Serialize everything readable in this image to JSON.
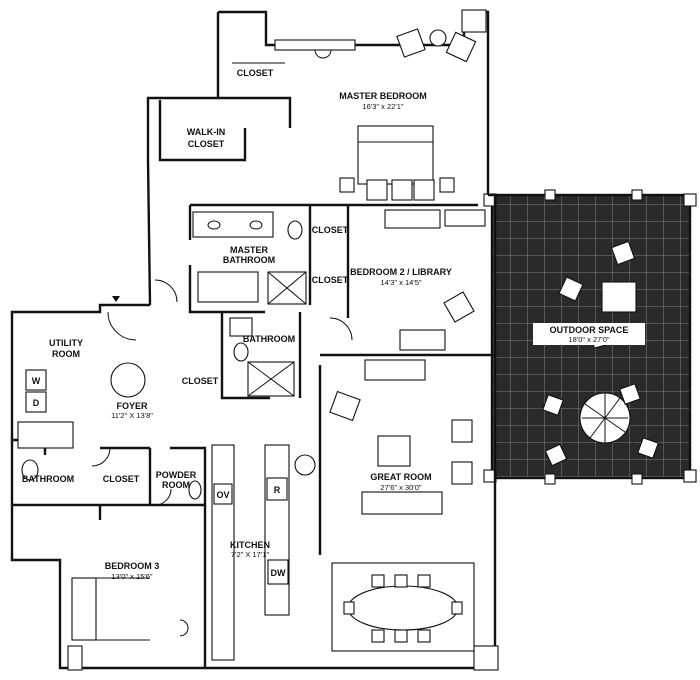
{
  "rooms": {
    "master_bedroom": {
      "name": "MASTER BEDROOM",
      "dim": "16'3\" x 22'1\""
    },
    "closet_top": {
      "name": "CLOSET"
    },
    "walk_in_closet": {
      "line1": "WALK-IN",
      "line2": "CLOSET"
    },
    "master_bathroom": {
      "line1": "MASTER",
      "line2": "BATHROOM"
    },
    "closet_mb_a": {
      "name": "CLOSET"
    },
    "closet_mb_b": {
      "name": "CLOSET"
    },
    "bedroom2": {
      "name": "BEDROOM 2 / LIBRARY",
      "dim": "14'3\" x 14'5\""
    },
    "bathroom_center": {
      "name": "BATHROOM"
    },
    "utility": {
      "line1": "UTILITY",
      "line2": "ROOM"
    },
    "foyer": {
      "name": "FOYER",
      "dim": "11'2\" X 13'8\""
    },
    "closet_foyer": {
      "name": "CLOSET"
    },
    "outdoor": {
      "name": "OUTDOOR SPACE",
      "dim": "18'0\" x 27'0\""
    },
    "bathroom_left": {
      "name": "BATHROOM"
    },
    "closet_left": {
      "name": "CLOSET"
    },
    "powder": {
      "line1": "POWDER",
      "line2": "ROOM"
    },
    "great_room": {
      "name": "GREAT ROOM",
      "dim": "27'6\" x 30'0\""
    },
    "kitchen": {
      "name": "KITCHEN",
      "dim": "7'2\" X 17'1\""
    },
    "bedroom3": {
      "name": "BEDROOM 3",
      "dim": "13'0\" x 15'6\""
    }
  },
  "appliances": {
    "washer": "W",
    "dryer": "D",
    "oven": "OV",
    "fridge": "R",
    "dishwasher": "DW"
  },
  "colors": {
    "wall": "#111111",
    "terrace_fill": "#2a2a2a",
    "background": "#ffffff"
  }
}
